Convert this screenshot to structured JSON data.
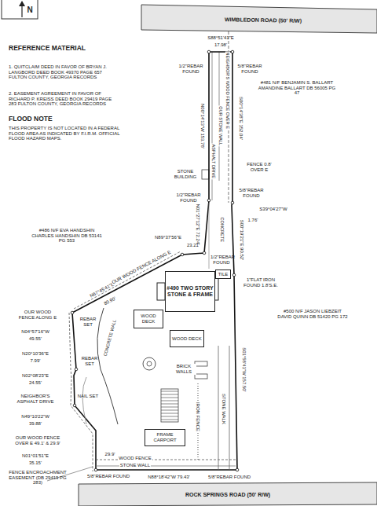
{
  "diagram": {
    "nodes": [
      {
        "text": [
          "#490 TWO STORY STONE & FRAME"
        ]
      },
      {
        "text": [
          "WOOD DECK"
        ]
      },
      {
        "text": [
          "WOOD DECK"
        ]
      },
      {
        "text": [
          "TILE"
        ]
      },
      {
        "text": [
          "FRAME CARPORT"
        ]
      }
    ],
    "labels": [
      "N",
      "WIMBLEDON ROAD (50' R/W)",
      "S88°51'41\"E",
      "17.98'",
      "REFERENCE MATERIAL",
      "1. QUITCLAIM DEED IN FAVOR OF BRYAN J. LANGBORD DEED BOOK 49370 PAGE 657 FULTON COUNTY, GEORGIA RECORDS",
      "2. EASEMENT AGREEMENT IN FAVOR OF RICHARD P. KREISS DEED BOOK 29419 PAGE 283 FULTON COUNTY, GEORGIA RECORDS",
      "FLOOD NOTE",
      "THIS PROPERTY IS NOT LOCATED IN A FEDERAL FLOOD AREA AS INDICATED BY F.I.R.M. OFFICIAL FLOOD HAZARD MAPS.",
      "1/2\"REBAR FOUND",
      "5/8\"REBAR FOUND",
      "N00°14'13\"W 153.78'",
      "S00°14'38\"E 152.04'",
      "ASPHALT DRIVE",
      "OUR STONE WALL",
      "NEIGHBOR'S WOOD FENCE OVER E",
      "#481 N/F BENJAMIN S. BALLART AMANDINE BALLART DB 56005 PG 47",
      "FENCE 0.8' OVER E",
      "STONE BUILDING",
      "1/2\"REBAR FOUND",
      "5/8\"REBAR FOUND",
      "S39°04'27\"W",
      "1.76'",
      "CONCRETE",
      "N01°27'12\"E 72.24'",
      "S00°19'21\"E 90.52'",
      "#486 N/F EVA HANDSHIN CHARLES HANDSHIN DB 53141 PG 553",
      "N89°37'56\"E",
      "23.21'",
      "1/2\"REBAR FOUND",
      "N67°45'41\"E",
      "80.90'",
      "OUR WOOD FENCE ALONG E",
      "1\"FLAT IRON FOUND 1.8'S.E.",
      "REBAR SET",
      "CONCRETE WALL",
      "OUR WOOD FENCE ALONG E",
      "N04°57'16\"W",
      "49.55'",
      "N20°10'36\"E",
      "7.99'",
      "N02°08'23\"E",
      "24.55'",
      "REBAR SET",
      "NEIGHBOR'S ASPHALT DRIVE",
      "NAIL SET",
      "N49°10'22\"W",
      "39.88'",
      "OUR WOOD FENCE OVER E 49.1' & 29.9'",
      "N01°01'51\"E",
      "35.15'",
      "FENCE ENCROACHMENT EASEMENT (DB 29419 PG 283)",
      "#500 N/F JASON LIEBZEIT DAVID QUINN DB 51420 PG 172",
      "S01°58'41\"W 157.50'",
      "BRICK WALLS",
      "IRON FENCE",
      "STONE WALK",
      "29.9'",
      "WOOD FENCE",
      "STONE WALL",
      "5/8\"REBAR FOUND",
      "N88°18'42\"W 79.43'",
      "5/8\"REBAR FOUND",
      "ROCK SPRINGS ROAD (50' R/W)"
    ]
  }
}
